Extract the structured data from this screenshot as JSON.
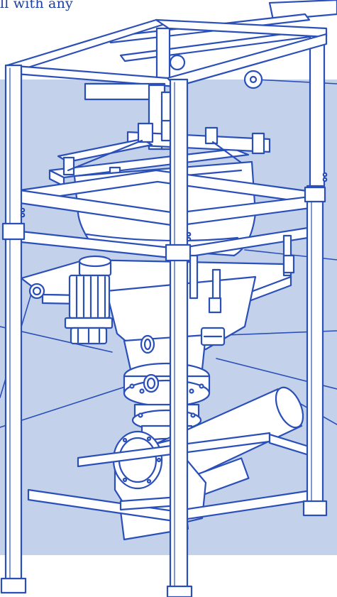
{
  "caption": "ll with any",
  "colors": {
    "line": "#2a4fb8",
    "text": "#1d3f9c",
    "panel": "#c3d2ea",
    "fill": "#ffffff"
  },
  "icons": [
    "frame-structure",
    "bulk-bag",
    "vibrator-motor",
    "discharge-hopper",
    "rotary-valve",
    "conveyor-tube"
  ]
}
